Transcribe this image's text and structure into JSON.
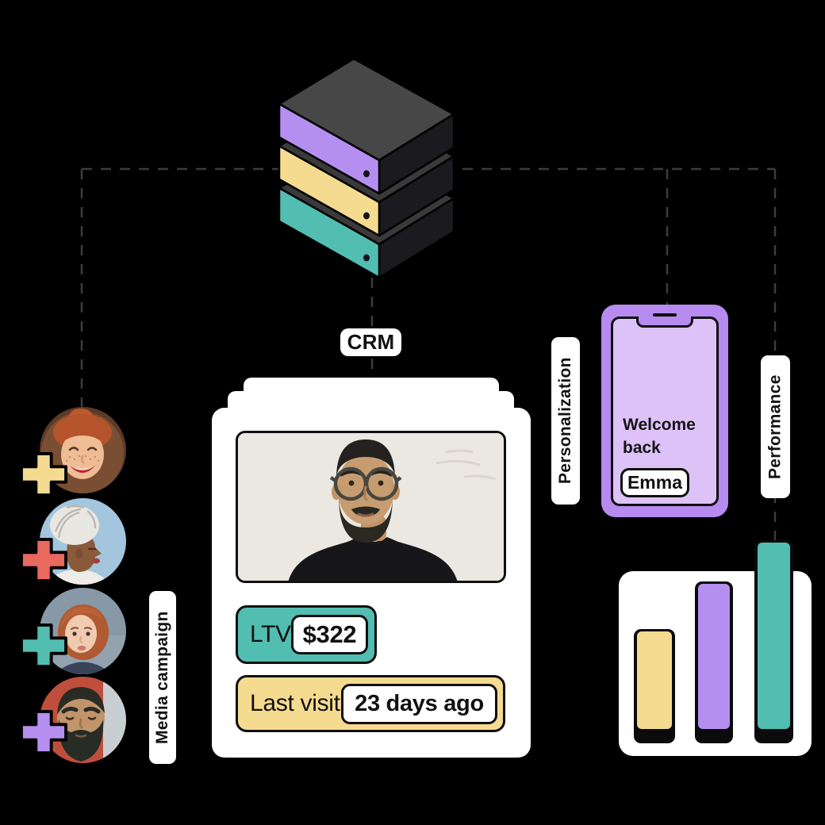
{
  "palette": {
    "purple": "#b58ff0",
    "purple_phone_body": "#b78af0",
    "purple_phone_screen": "#ddc2f7",
    "yellow": "#f5db90",
    "teal": "#52bdb1",
    "coral": "#e9695e",
    "white": "#ffffff",
    "black": "#000000",
    "dash_line": "#3c3c3c"
  },
  "server": {
    "icon": "database-stack-icon",
    "layer_colors": [
      "purple",
      "yellow",
      "teal"
    ]
  },
  "crm": {
    "label": "CRM",
    "ltv": {
      "label": "LTV",
      "value": "$322"
    },
    "last_visit": {
      "label": "Last visit",
      "value": "23 days ago"
    }
  },
  "media_campaign": {
    "label": "Media campaign",
    "plus_colors": [
      "yellow",
      "coral",
      "teal",
      "purple"
    ],
    "avatars": [
      {
        "icon": "avatar-redhead-smiling"
      },
      {
        "icon": "avatar-headwrap-profile"
      },
      {
        "icon": "avatar-red-bob"
      },
      {
        "icon": "avatar-bearded-man"
      }
    ]
  },
  "personalization": {
    "label": "Personalization",
    "phone": {
      "welcome_text": "Welcome back",
      "name_badge": "Emma"
    }
  },
  "performance": {
    "label": "Performance"
  },
  "chart_data": {
    "type": "bar",
    "categories": [
      "bar-1",
      "bar-2",
      "bar-3"
    ],
    "values": [
      53,
      78,
      100
    ],
    "value_unit": "percent-of-tallest-bar",
    "colors": [
      "yellow",
      "purple",
      "teal"
    ],
    "title": "Performance",
    "xlabel": "",
    "ylabel": "",
    "ylim": [
      0,
      100
    ],
    "grid": false,
    "legend": false
  }
}
